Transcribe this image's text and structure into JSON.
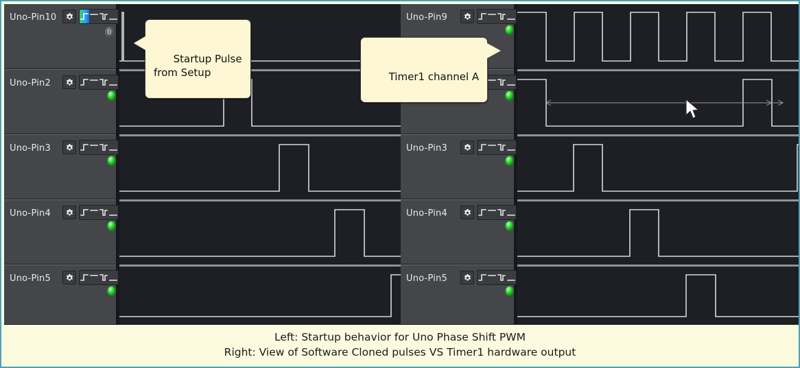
{
  "frame": {
    "border_color": "#4aa3b8",
    "background_color": "#fcfbe0",
    "scope_background": "#16181c"
  },
  "caption": {
    "line1": "Left: Startup behavior for Uno Phase Shift PWM",
    "line2": "Right: View of Software Cloned pulses VS Timer1 hardware output"
  },
  "callouts": [
    {
      "id": "startup",
      "text": "Startup Pulse\nfrom Setup",
      "tail": "left"
    },
    {
      "id": "timer",
      "text": "Timer1 channel A",
      "tail": "right"
    }
  ],
  "icons": {
    "gear": "gear-icon",
    "rising_edge": "rising-edge-icon",
    "high_level": "high-level-icon",
    "falling_edge": "falling-edge-icon",
    "low_level": "low-level-icon",
    "led": "led-indicator-icon",
    "cursor": "mouse-pointer-icon"
  },
  "left_panel": {
    "title": "Startup behavior for Uno Phase Shift PWM",
    "channels": [
      {
        "name": "Uno-Pin10",
        "active_icon": 0,
        "led": false,
        "badge": "0"
      },
      {
        "name": "Uno-Pin2",
        "active_icon": -1,
        "led": true,
        "badge": ""
      },
      {
        "name": "Uno-Pin3",
        "active_icon": -1,
        "led": true,
        "badge": ""
      },
      {
        "name": "Uno-Pin4",
        "active_icon": -1,
        "led": true,
        "badge": ""
      },
      {
        "name": "Uno-Pin5",
        "active_icon": -1,
        "led": true,
        "badge": ""
      }
    ]
  },
  "right_panel": {
    "title": "View of Software Cloned pulses VS Timer1 hardware output",
    "channels": [
      {
        "name": "Uno-Pin9",
        "active_icon": -1,
        "led": true,
        "badge": ""
      },
      {
        "name": "Uno-Pin2",
        "active_icon": 0,
        "led": true,
        "badge": ""
      },
      {
        "name": "Uno-Pin3",
        "active_icon": -1,
        "led": true,
        "badge": ""
      },
      {
        "name": "Uno-Pin4",
        "active_icon": -1,
        "led": true,
        "badge": ""
      },
      {
        "name": "Uno-Pin5",
        "active_icon": -1,
        "led": true,
        "badge": ""
      }
    ]
  },
  "chart_data": {
    "type": "line",
    "description": "Logic analyzer timing diagram: 2 groups of 5 digital channels showing square-wave / pulse traces",
    "trace_color": "#d7d9dc",
    "plot_background": "#1d1f24",
    "x_range": [
      0,
      410
    ],
    "y_levels": {
      "low": 0,
      "high": 1
    },
    "left_traces": [
      {
        "channel": "Uno-Pin10",
        "points": [
          [
            0,
            0
          ],
          [
            4,
            0
          ],
          [
            4,
            1
          ],
          [
            6,
            1
          ],
          [
            6,
            0
          ],
          [
            410,
            0
          ]
        ]
      },
      {
        "channel": "Uno-Pin2",
        "points": [
          [
            0,
            0
          ],
          [
            152,
            0
          ],
          [
            152,
            1
          ],
          [
            193,
            1
          ],
          [
            193,
            0
          ],
          [
            410,
            0
          ]
        ]
      },
      {
        "channel": "Uno-Pin3",
        "points": [
          [
            0,
            0
          ],
          [
            233,
            0
          ],
          [
            233,
            1
          ],
          [
            276,
            1
          ],
          [
            276,
            0
          ],
          [
            410,
            0
          ]
        ]
      },
      {
        "channel": "Uno-Pin4",
        "points": [
          [
            0,
            0
          ],
          [
            314,
            0
          ],
          [
            314,
            1
          ],
          [
            357,
            1
          ],
          [
            357,
            0
          ],
          [
            410,
            0
          ]
        ]
      },
      {
        "channel": "Uno-Pin5",
        "points": [
          [
            0,
            0
          ],
          [
            396,
            0
          ],
          [
            396,
            1
          ],
          [
            410,
            1
          ]
        ]
      }
    ],
    "right_traces": [
      {
        "channel": "Uno-Pin9",
        "points": [
          [
            0,
            1
          ],
          [
            42,
            1
          ],
          [
            42,
            0
          ],
          [
            83,
            0
          ],
          [
            83,
            1
          ],
          [
            124,
            1
          ],
          [
            124,
            0
          ],
          [
            165,
            0
          ],
          [
            165,
            1
          ],
          [
            206,
            1
          ],
          [
            206,
            0
          ],
          [
            247,
            0
          ],
          [
            247,
            1
          ],
          [
            288,
            1
          ],
          [
            288,
            0
          ],
          [
            329,
            0
          ],
          [
            329,
            1
          ],
          [
            370,
            1
          ],
          [
            370,
            0
          ],
          [
            410,
            0
          ]
        ]
      },
      {
        "channel": "Uno-Pin2",
        "points": [
          [
            0,
            1
          ],
          [
            42,
            1
          ],
          [
            42,
            0
          ],
          [
            329,
            0
          ],
          [
            329,
            1
          ],
          [
            371,
            1
          ],
          [
            371,
            0
          ],
          [
            410,
            0
          ]
        ],
        "measure_line": {
          "from": 42,
          "to": 370
        }
      },
      {
        "channel": "Uno-Pin3",
        "points": [
          [
            0,
            0
          ],
          [
            82,
            0
          ],
          [
            82,
            1
          ],
          [
            124,
            1
          ],
          [
            124,
            0
          ],
          [
            408,
            0
          ],
          [
            408,
            1
          ],
          [
            410,
            1
          ]
        ]
      },
      {
        "channel": "Uno-Pin4",
        "points": [
          [
            0,
            0
          ],
          [
            164,
            0
          ],
          [
            164,
            1
          ],
          [
            206,
            1
          ],
          [
            206,
            0
          ],
          [
            410,
            0
          ]
        ]
      },
      {
        "channel": "Uno-Pin5",
        "points": [
          [
            0,
            0
          ],
          [
            246,
            0
          ],
          [
            246,
            1
          ],
          [
            289,
            1
          ],
          [
            289,
            0
          ],
          [
            410,
            0
          ]
        ]
      }
    ]
  }
}
